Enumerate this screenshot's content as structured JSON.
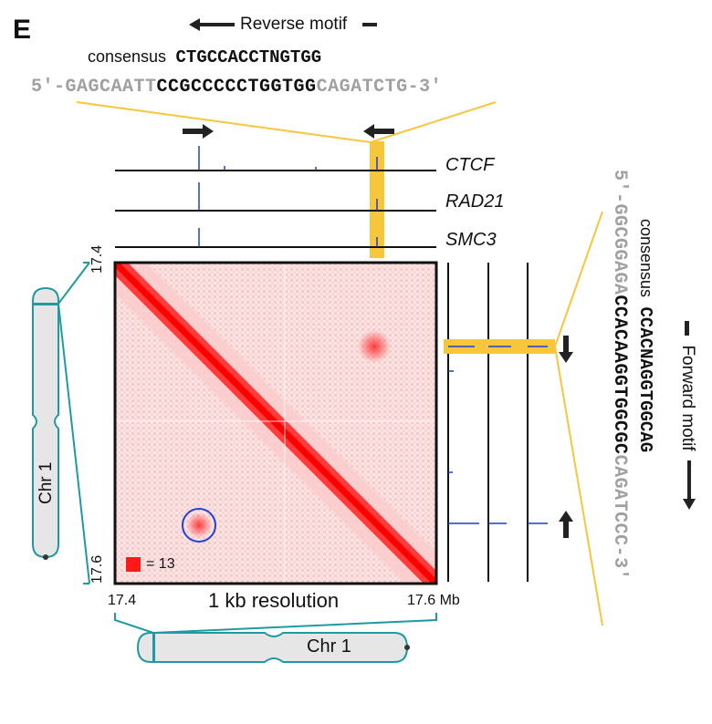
{
  "panel_letter": "E",
  "reverse_motif": {
    "label": "Reverse motif",
    "consensus_word": "consensus",
    "consensus_seq": "CTGCCACCTNGTGG",
    "seq_prefix": "5′-GAGCAATT",
    "seq_core": "CCGCCCCCTGGTGG",
    "seq_suffix": "CAGATCTG-3′"
  },
  "forward_motif": {
    "label": "Forward motif",
    "consensus_word": "consensus",
    "consensus_seq": "CCACNAGGTGGCAG",
    "seq_prefix": "5′-GGCGGAGA",
    "seq_core": "CCACAAGGTGGCGC",
    "seq_suffix": "CAGATCCC-3′"
  },
  "tracks": [
    "CTCF",
    "RAD21",
    "SMC3"
  ],
  "heatmap": {
    "y_top_tick": "17.4",
    "y_bottom_tick": "17.6",
    "x_left_tick": "17.4",
    "x_right_tick": "17.6 Mb",
    "resolution_label": "1 kb resolution",
    "legend_text": "= 13",
    "legend_color": "#ff1a1a"
  },
  "chromosome_label": "Chr 1",
  "colors": {
    "heat": "#ff1a1a",
    "highlight": "#f7c63a",
    "chromosome_outline": "#1f9aa3",
    "chromosome_fill": "#e6e6e6",
    "peak": "#1a3fcf",
    "circle": "#2142d6"
  }
}
